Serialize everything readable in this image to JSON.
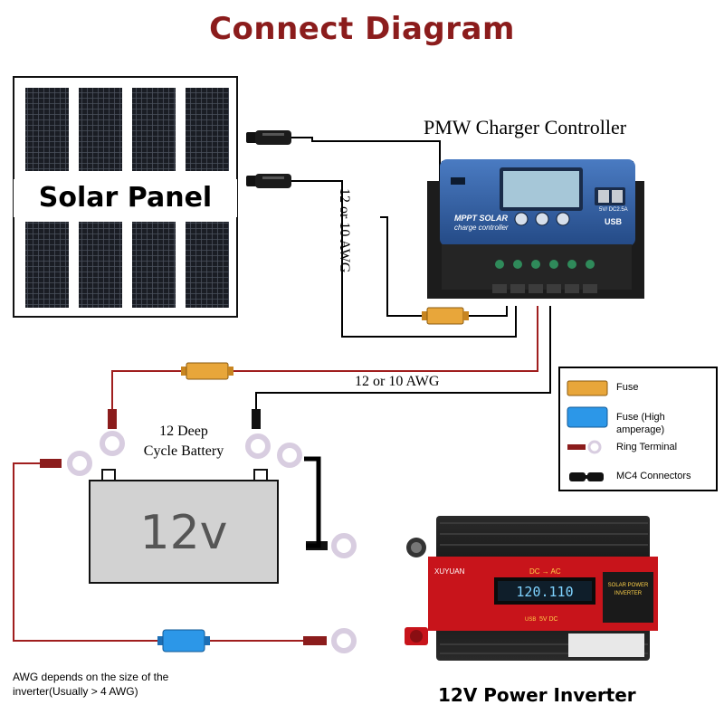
{
  "title": "Connect Diagram",
  "solar_panel": {
    "label": "Solar Panel"
  },
  "controller": {
    "title": "PMW Charger Controller",
    "brand_line1": "MPPT SOLAR",
    "brand_line2": "charge controller",
    "usb_label": "USB",
    "usb_spec": "5V/ DC2.5A"
  },
  "wires": {
    "panel_gauge": "12 or 10 AWG",
    "battery_gauge": "12 or 10 AWG"
  },
  "battery": {
    "title_line1": "12 Deep",
    "title_line2": "Cycle Battery",
    "voltage": "12v"
  },
  "legend": {
    "items": [
      {
        "label": "Fuse",
        "color": "#e8a63a",
        "icon": "fuse-icon"
      },
      {
        "label": "Fuse (High amperage)",
        "color": "#2c97e8",
        "icon": "high-amp-fuse-icon"
      },
      {
        "label": "Ring Terminal",
        "color": "#8b1c1c",
        "icon": "ring-terminal-icon"
      },
      {
        "label": "MC4 Connectors",
        "color": "#000000",
        "icon": "mc4-connector-icon"
      }
    ]
  },
  "inverter": {
    "title": "12V Power Inverter",
    "brand": "XUYUAN",
    "mode": "DC → AC",
    "display": "120.110",
    "panel_line1": "SOLAR POWER",
    "panel_line2": "INVERTER",
    "usb": "USB",
    "usb_spec": "5V DC"
  },
  "note": {
    "line1": "AWG depends on the size of the",
    "line2": "inverter(Usually > 4 AWG)"
  },
  "colors": {
    "title": "#8b1c1c",
    "wire_red": "#a01e1e",
    "wire_black": "#000000",
    "fuse": "#e8a63a",
    "fuse_high": "#2c97e8",
    "battery_fill": "#d2d2d2",
    "controller_blue": "#2f5fa3"
  }
}
